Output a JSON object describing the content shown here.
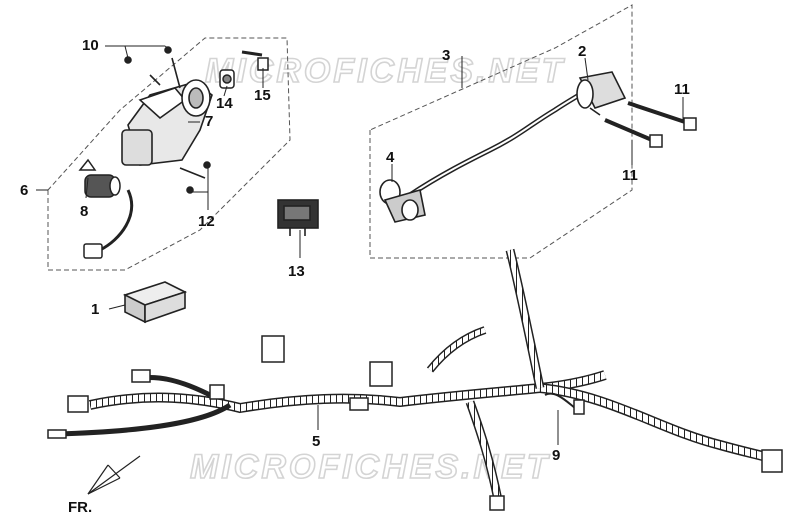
{
  "watermark": {
    "text": "MICROFICHES.NET"
  },
  "direction": {
    "text": "FR."
  },
  "callouts": [
    {
      "id": "c1",
      "text": "1"
    },
    {
      "id": "c2",
      "text": "2"
    },
    {
      "id": "c3",
      "text": "3"
    },
    {
      "id": "c4",
      "text": "4"
    },
    {
      "id": "c5",
      "text": "5"
    },
    {
      "id": "c6",
      "text": "6"
    },
    {
      "id": "c7",
      "text": "7"
    },
    {
      "id": "c8",
      "text": "8"
    },
    {
      "id": "c9",
      "text": "9"
    },
    {
      "id": "c10",
      "text": "10"
    },
    {
      "id": "c11a",
      "text": "11"
    },
    {
      "id": "c11b",
      "text": "11"
    },
    {
      "id": "c12",
      "text": "12"
    },
    {
      "id": "c13",
      "text": "13"
    },
    {
      "id": "c14",
      "text": "14"
    },
    {
      "id": "c15",
      "text": "15"
    }
  ]
}
